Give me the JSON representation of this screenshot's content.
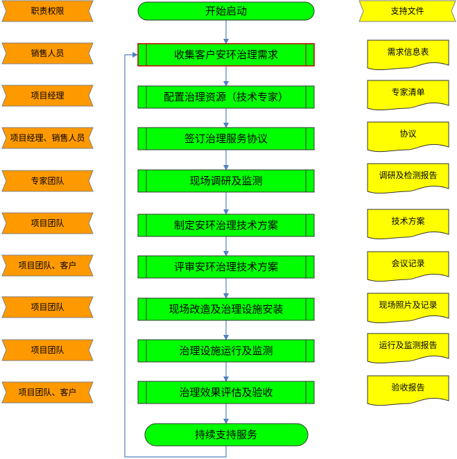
{
  "colors": {
    "role_fill": "#FF9900",
    "doc_fill": "#FFFF00",
    "process_fill": "#00FF00",
    "highlight_border": "#C00000",
    "arrow": "#4F81BD",
    "stroke": "#333333"
  },
  "roles": [
    "职责权限",
    "销售人员",
    "项目经理",
    "项目经理、销售人员",
    "专家团队",
    "项目团队",
    "项目团队、客户",
    "项目团队",
    "项目团队",
    "项目团队、客户"
  ],
  "process": {
    "start": "开始启动",
    "steps": [
      "收集客户安环治理需求",
      "配置治理资源（技术专家）",
      "签订治理服务协议",
      "现场调研及监测",
      "制定安环治理技术方案",
      "评审安环治理技术方案",
      "现场改造及治理设施安装",
      "治理设施运行及监测",
      "治理效果评估及验收"
    ],
    "end": "持续支持服务"
  },
  "documents": {
    "header": "支持文件",
    "items": [
      "需求信息表",
      "专家清单",
      "协议",
      "调研及检测报告",
      "技术方案",
      "会议记录",
      "现场照片及记录",
      "运行及监测报告",
      "验收报告"
    ]
  }
}
